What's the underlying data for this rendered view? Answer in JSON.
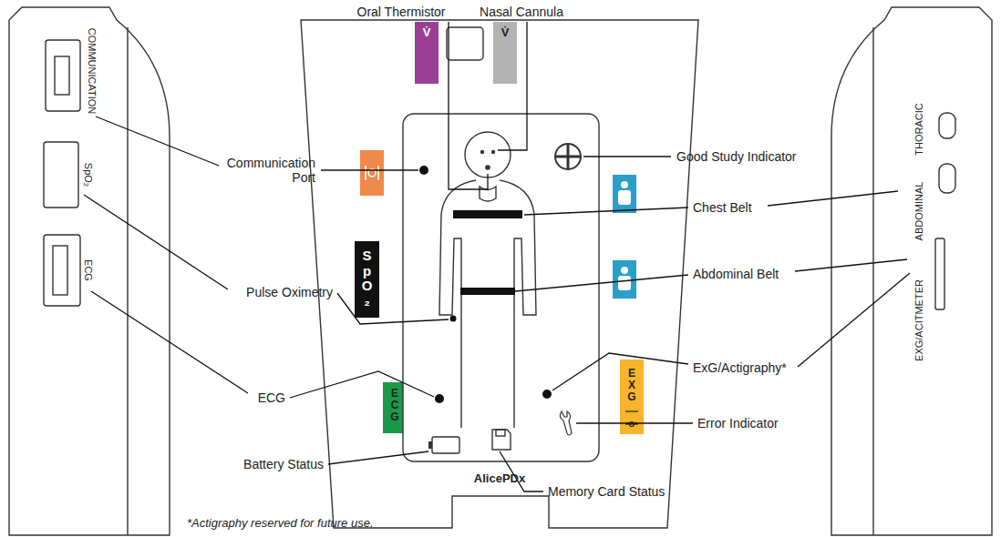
{
  "diagram": {
    "labels": [
      "Oral Thermistor",
      "Nasal Cannula",
      "V̇",
      "V̇",
      "Communication Port",
      "Good Study Indicator",
      "Chest Belt",
      "Pulse Oximetry",
      "Abdominal Belt",
      "ECG",
      "ExG/Actigraphy*",
      "Error Indicator",
      "Battery Status",
      "Memory Card Status",
      "AlicePDx",
      "*Actigraphy reserved for future use.",
      "COMMUNICATION",
      "SpO₂",
      "ECG",
      "THORACIC",
      "ABDOMINAL",
      "EXG/ACITMETER",
      "SpO₂",
      "ECG",
      "EXG"
    ]
  }
}
